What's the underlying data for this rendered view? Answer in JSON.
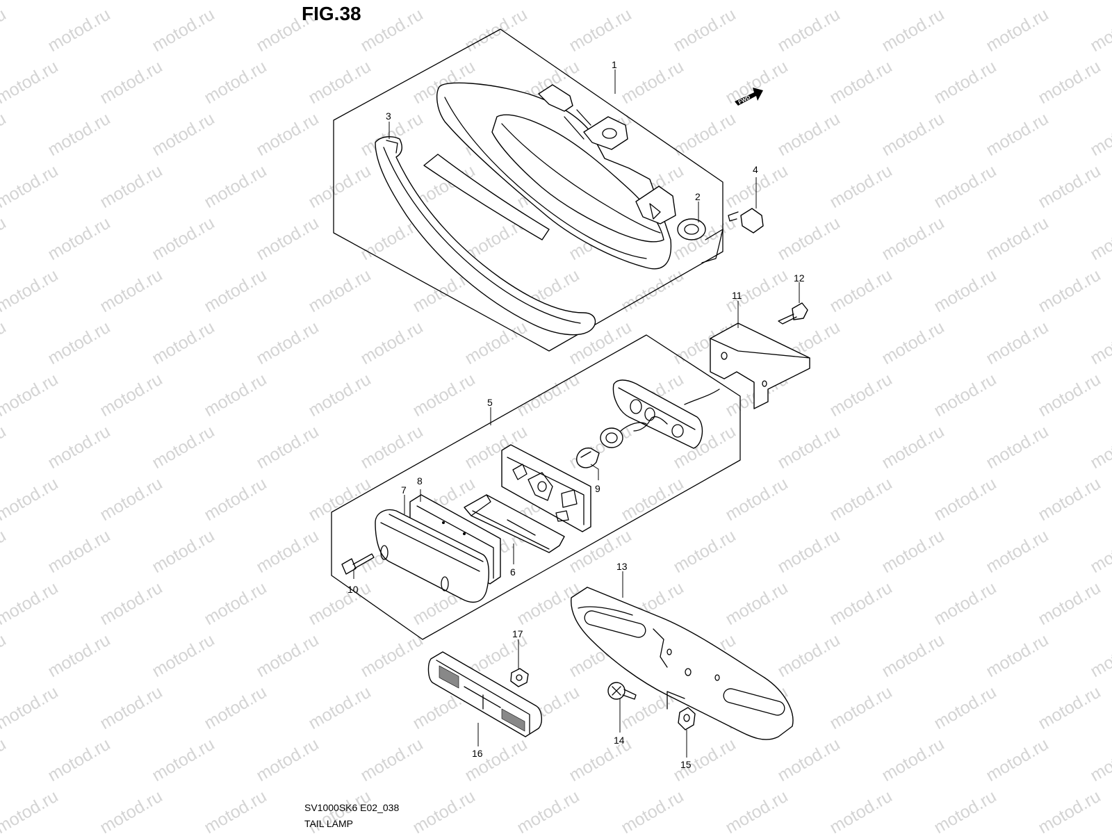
{
  "figure": {
    "title": "FIG.38",
    "code": "SV1000SK6 E02_038",
    "name": "TAIL LAMP",
    "direction_badge": "FWD",
    "watermark": "motod.ru"
  },
  "callouts": [
    {
      "id": "c1",
      "label": "1"
    },
    {
      "id": "c2",
      "label": "2"
    },
    {
      "id": "c3",
      "label": "3"
    },
    {
      "id": "c4",
      "label": "4"
    },
    {
      "id": "c5",
      "label": "5"
    },
    {
      "id": "c6",
      "label": "6"
    },
    {
      "id": "c7",
      "label": "7"
    },
    {
      "id": "c8",
      "label": "8"
    },
    {
      "id": "c9",
      "label": "9"
    },
    {
      "id": "c10",
      "label": "10"
    },
    {
      "id": "c11",
      "label": "11"
    },
    {
      "id": "c12",
      "label": "12"
    },
    {
      "id": "c13",
      "label": "13"
    },
    {
      "id": "c14",
      "label": "14"
    },
    {
      "id": "c15",
      "label": "15"
    },
    {
      "id": "c16",
      "label": "16"
    },
    {
      "id": "c17",
      "label": "17"
    }
  ]
}
